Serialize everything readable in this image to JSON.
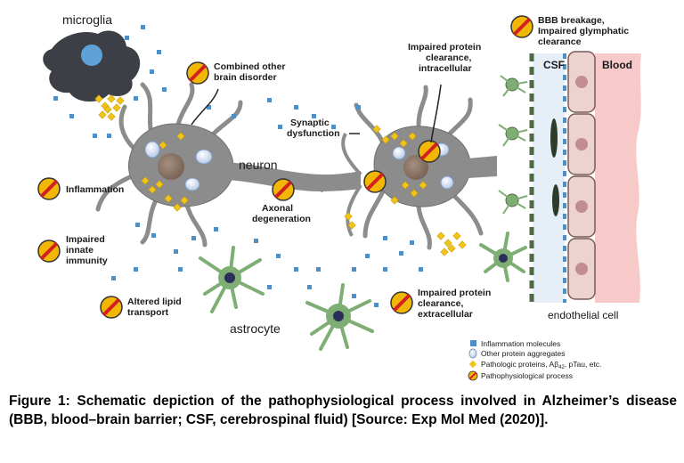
{
  "labels": {
    "microglia": "microglia",
    "neuron": "neuron",
    "astrocyte": "astrocyte",
    "csf": "CSF",
    "blood": "Blood",
    "endothelial_cell": "endothelial cell"
  },
  "processes": {
    "combined_other": [
      "Combined other",
      "brain disorder"
    ],
    "inflammation": [
      "Inflammation"
    ],
    "impaired_innate": [
      "Impaired",
      "innate",
      "immunity"
    ],
    "altered_lipid": [
      "Altered lipid",
      "transport"
    ],
    "synaptic": [
      "Synaptic",
      "dysfunction"
    ],
    "axonal": [
      "Axonal",
      "degeneration"
    ],
    "impaired_intra": [
      "Impaired protein",
      "clearance,",
      "intracellular"
    ],
    "impaired_extra": [
      "Impaired protein",
      "clearance,",
      "extracellular"
    ],
    "bbb": [
      "BBB breakage,",
      "Impaired glymphatic",
      "clearance"
    ]
  },
  "legend": {
    "inflammation_molecules": "Inflammation molecules",
    "other_aggregates": "Other protein aggregates",
    "pathologic_prefix": "Pathologic proteins, Aβ",
    "pathologic_sub": "42",
    "pathologic_suffix": ", pTau, etc.",
    "process": "Pathophysiological process"
  },
  "caption": "Figure 1:  Schematic depiction of the pathophysiological process involved in Alzheimer’s disease (BBB, blood–brain barrier; CSF, cerebrospinal fluid) [Source: Exp Mol Med (2020)].",
  "colors": {
    "process_fill": "#f2b705",
    "process_slash": "#d42020",
    "inflammation_molecule": "#4f8fc8",
    "pathologic_protein": "#f0c419",
    "astrocyte": "#7fae74",
    "neuron": "#8c8c8c",
    "blood": "#f7c9c9",
    "csf": "#e6eef7"
  }
}
